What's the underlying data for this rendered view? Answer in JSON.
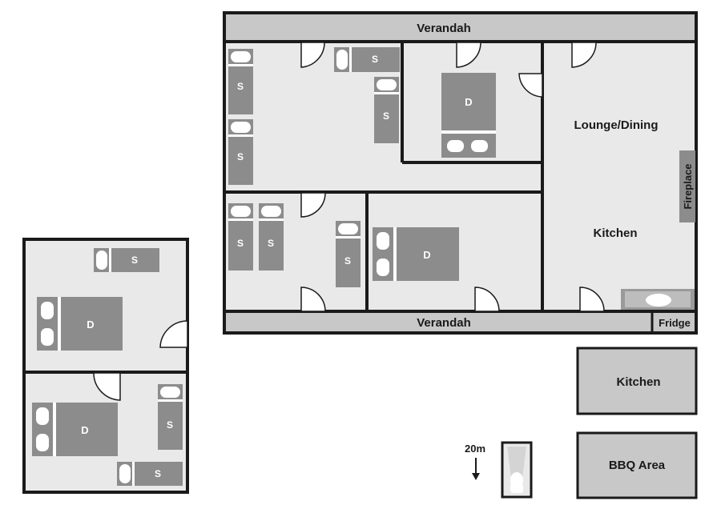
{
  "labels": {
    "verandah_top": "Verandah",
    "verandah_bottom": "Verandah",
    "lounge": "Lounge/Dining",
    "kitchen_main": "Kitchen",
    "fireplace": "Fireplace",
    "fridge": "Fridge",
    "kitchen_outdoor": "Kitchen",
    "bbq": "BBQ Area",
    "distance": "20m",
    "double_bed": "D",
    "single_bed": "S"
  },
  "colors": {
    "wall": "#1a1a1a",
    "floor": "#e9e9e9",
    "verandah": "#c8c8c8",
    "bed": "#8c8c8c"
  }
}
